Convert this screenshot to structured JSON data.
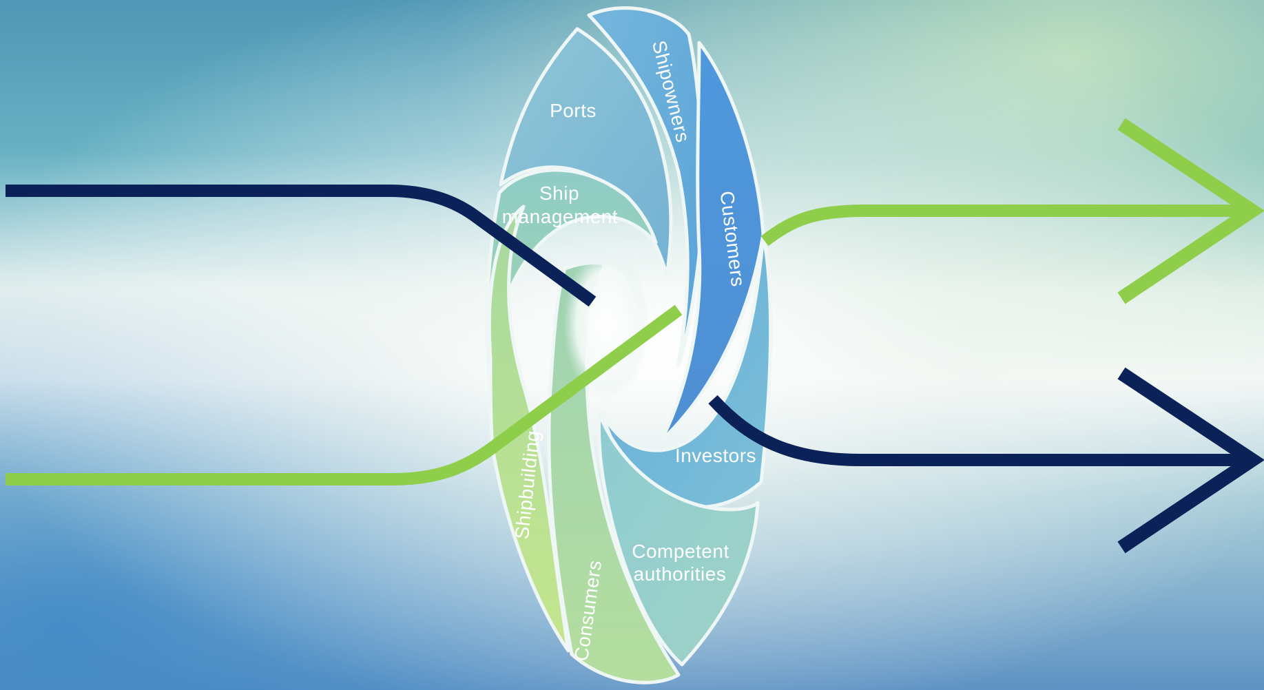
{
  "diagram": {
    "stakeholders": [
      {
        "id": "ports",
        "lines": [
          "Ports"
        ]
      },
      {
        "id": "shipowners",
        "lines": [
          "Shipowners"
        ]
      },
      {
        "id": "customers",
        "lines": [
          "Customers"
        ]
      },
      {
        "id": "ship-management",
        "lines": [
          "Ship",
          "management"
        ]
      },
      {
        "id": "investors",
        "lines": [
          "Investors"
        ]
      },
      {
        "id": "shipbuilding",
        "lines": [
          "Shipbuilding"
        ]
      },
      {
        "id": "consumers",
        "lines": [
          "Consumers"
        ]
      },
      {
        "id": "competent-authorities",
        "lines": [
          "Competent",
          "authorities"
        ]
      }
    ]
  },
  "colors": {
    "navy_arrow": "#0a2257",
    "green_arrow": "#8fce4a",
    "background_top": "#5fa2bc",
    "background_mid": "#eef4f1",
    "background_bottom": "#6f9fc9",
    "segment_blue": "#4f98d6",
    "segment_light_blue": "#8cc0d8",
    "segment_teal": "#86c7c0",
    "segment_green": "#a9d88c"
  }
}
